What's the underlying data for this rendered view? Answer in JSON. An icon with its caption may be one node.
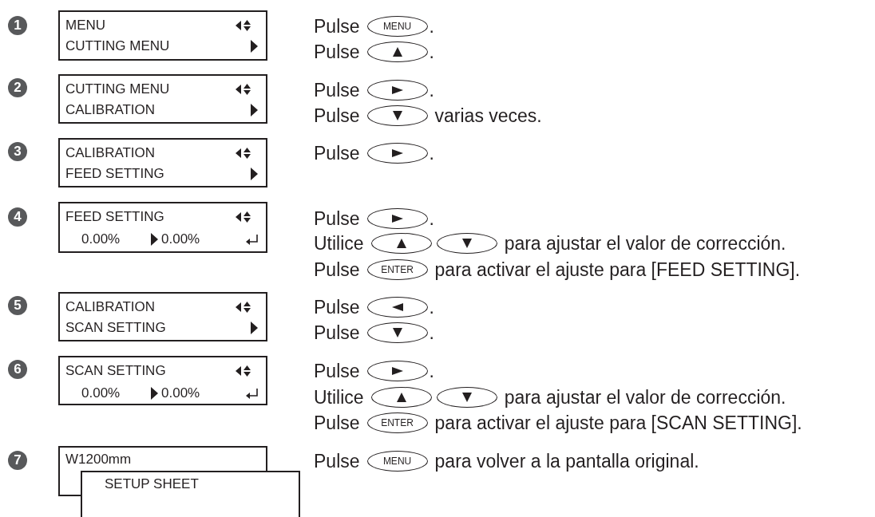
{
  "diagram": {
    "nodes": [
      {
        "text": [
          "MENU",
          "CUTTING MENU"
        ]
      },
      {
        "text": [
          "MENU"
        ]
      },
      {
        "text": [],
        "shape": "ellipse"
      },
      {
        "text": [
          "CUTTING MENU",
          "CALIBRATION"
        ]
      },
      {
        "text": [],
        "shape": "ellipse"
      },
      {
        "text": [],
        "shape": "ellipse"
      },
      {
        "text": [
          "CALIBRATION",
          "FEED SETTING"
        ]
      },
      {
        "text": [],
        "shape": "ellipse"
      },
      {
        "text": [
          "FEED SETTING",
          "0.00%",
          "0.00%"
        ]
      },
      {
        "text": [],
        "shape": "ellipse"
      },
      {
        "text": [],
        "shape": "ellipse"
      },
      {
        "text": [],
        "shape": "ellipse"
      },
      {
        "text": [
          "ENTER"
        ]
      },
      {
        "text": [
          "CALIBRATION",
          "SCAN SETTING"
        ]
      },
      {
        "text": [],
        "shape": "ellipse"
      },
      {
        "text": [],
        "shape": "ellipse"
      },
      {
        "text": [
          "SCAN SETTING",
          "0.00%",
          "0.00%"
        ]
      },
      {
        "text": [],
        "shape": "ellipse"
      },
      {
        "text": [],
        "shape": "ellipse"
      },
      {
        "text": [],
        "shape": "ellipse"
      },
      {
        "text": [
          "ENTER"
        ]
      },
      {
        "text": [
          "W1200mm"
        ]
      },
      {
        "text": [
          "SETUP SHEET"
        ]
      },
      {
        "text": [
          "MENU"
        ]
      }
    ],
    "labels": [
      "1",
      "Pulse",
      ".",
      "Pulse",
      ".",
      "2",
      "Pulse",
      ".",
      "Pulse",
      "varias veces.",
      "3",
      "Pulse",
      ".",
      "4",
      "Pulse",
      ".",
      "Utilice",
      "para ajustar el valor de corrección.",
      "Pulse",
      "para activar el ajuste para [FEED SETTING].",
      "5",
      "Pulse",
      ".",
      "Pulse",
      ".",
      "6",
      "Pulse",
      ".",
      "Utilice",
      "para ajustar el valor de corrección.",
      "Pulse",
      "para activar el ajuste para [SCAN SETTING].",
      "7",
      "Pulse",
      "para volver a la pantalla original."
    ]
  }
}
